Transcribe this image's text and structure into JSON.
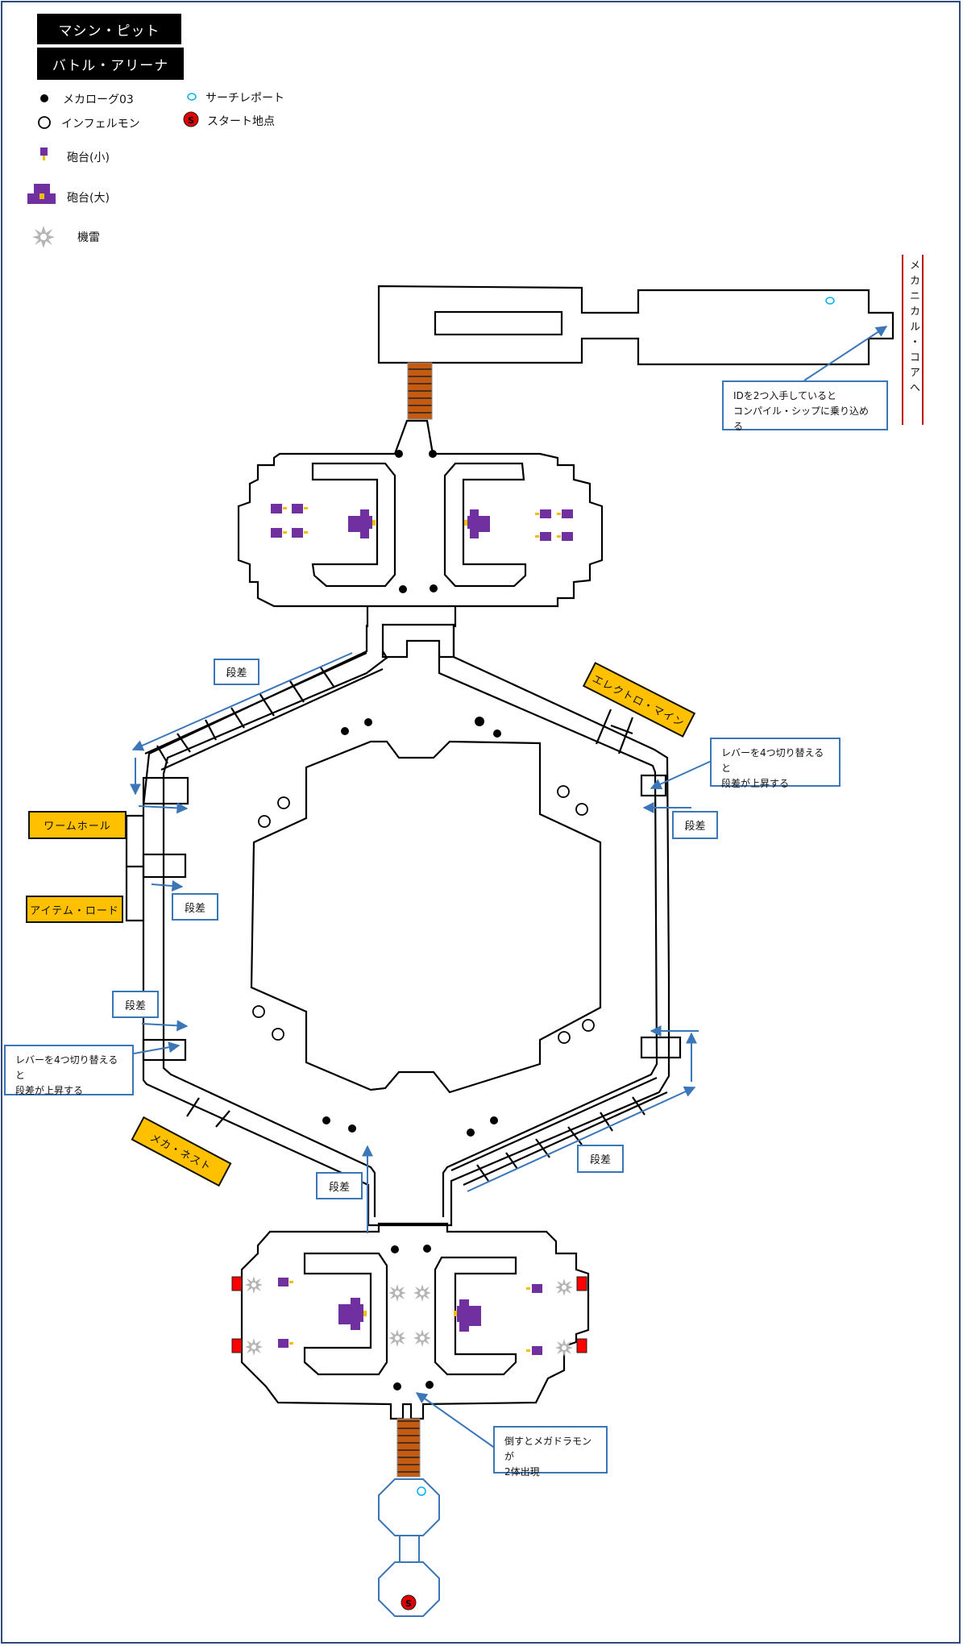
{
  "titles": {
    "area1": "マシン・ピット",
    "area2": "バトル・アリーナ"
  },
  "legend": {
    "log": "メカローグ03",
    "teleport": "サーチレポート",
    "inferno": "インフェルモン",
    "start": "スタート地点",
    "cannon_small": "砲台(小)",
    "cannon_large": "砲台(大)",
    "mine": "機雷"
  },
  "exit_label": "メカニカル・コアへ",
  "notes": {
    "id_note": [
      "IDを2つ入手していると",
      "コンパイル・シップに乗り込める"
    ],
    "lever_note_right": [
      "レバーを4つ切り替えると",
      "段差が上昇する"
    ],
    "lever_note_left": [
      "レバーを4つ切り替えると",
      "段差が上昇する"
    ],
    "boss_note": [
      "倒すとメガドラモンが",
      "2体出現"
    ]
  },
  "step_label": "段差",
  "areas": {
    "wormhole": "ワームホール",
    "item_road": "アイテム・ロード",
    "electro_mine": "エレクトロ・マイン",
    "mecha_nest": "メカ・ネスト"
  },
  "colors": {
    "cannon": "#7030a0",
    "mine": "#a6a6a6",
    "lever": "#ff0000",
    "stairs": "#c55a11",
    "callout": "#3a76b8",
    "area_tag": "#ffc000",
    "teleport": "#00b0f0"
  },
  "icons": [
    "log-dot-icon",
    "teleport-ring-icon",
    "inferno-ring-icon",
    "start-s-icon",
    "cannon-small-icon",
    "cannon-large-icon",
    "mine-star-icon"
  ]
}
